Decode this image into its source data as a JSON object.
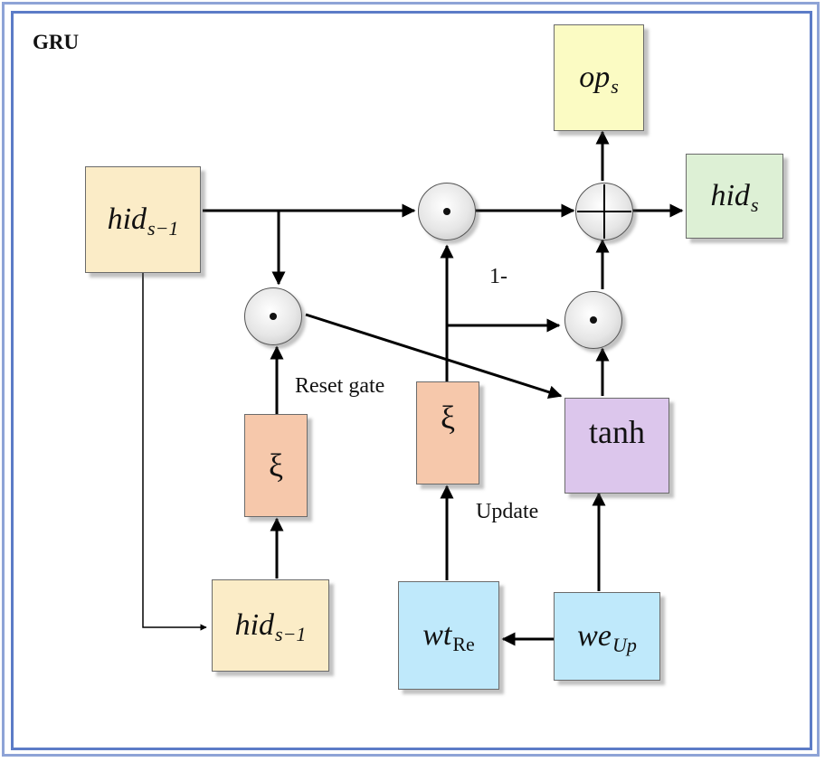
{
  "title": "GRU",
  "boxes": {
    "hid_prev_top": {
      "base": "hid",
      "sub": "s−1"
    },
    "hid_prev_bottom": {
      "base": "hid",
      "sub": "s−1"
    },
    "op": {
      "base": "op",
      "sub": "s"
    },
    "hid_out": {
      "base": "hid",
      "sub": "s"
    },
    "reset_sigma": "ξ",
    "update_sigma": "ξ",
    "tanh": "tanh",
    "wt_re": {
      "base": "wt",
      "sub": "Re"
    },
    "we_up": {
      "base": "we",
      "sub": "Up"
    }
  },
  "labels": {
    "reset_gate": "Reset gate",
    "update": "Update",
    "one_minus": "1-"
  },
  "colors": {
    "hid_box": "#fbecc7",
    "op_box": "#fbfbc3",
    "hid_out_box": "#ddf0d5",
    "sigma_box": "#f6c8ab",
    "tanh_box": "#dcc6ec",
    "weight_box": "#bfe9fb",
    "frame": "#5c7cc7"
  }
}
